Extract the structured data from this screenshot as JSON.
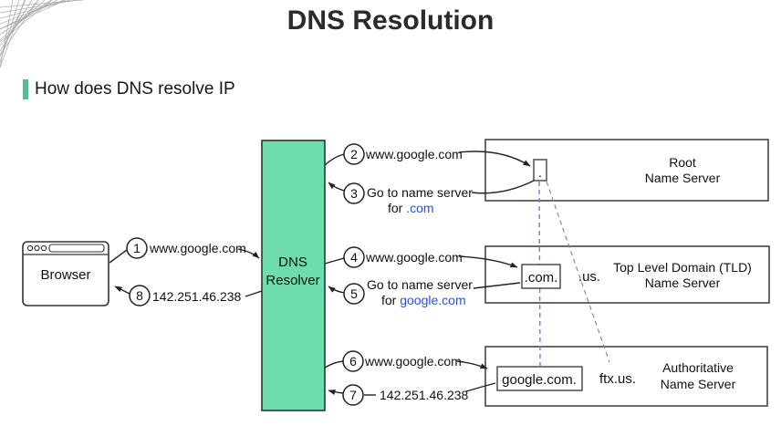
{
  "page": {
    "title": "DNS Resolution",
    "subtitle": "How does DNS resolve IP"
  },
  "colors": {
    "resolver_green": "#6eddae",
    "accent_green": "#57be93",
    "link_blue": "#2b50e0",
    "dashed_blue": "#5b82f7",
    "dashed_gray": "#8a8a8a",
    "line_dark": "#222222"
  },
  "diagram": {
    "browser": {
      "label": "Browser"
    },
    "resolver": {
      "label_line1": "DNS",
      "label_line2": "Resolver"
    },
    "servers": {
      "root": {
        "node": ".",
        "name_line1": "Root",
        "name_line2": "Name Server"
      },
      "tld": {
        "node": ".com.",
        "sibling": ".us.",
        "name_line1": "Top Level Domain (TLD)",
        "name_line2": "Name Server"
      },
      "authoritative": {
        "node": "google.com.",
        "sibling": "ftx.us.",
        "name_line1": "Authoritative",
        "name_line2": "Name Server"
      }
    },
    "steps": [
      {
        "num": "1",
        "label": "www.google.com"
      },
      {
        "num": "2",
        "label": "www.google.com"
      },
      {
        "num": "3",
        "label_line1": "Go to name server",
        "label_prefix": "for ",
        "label_link": ".com"
      },
      {
        "num": "4",
        "label": "www.google.com"
      },
      {
        "num": "5",
        "label_line1": "Go to name server",
        "label_prefix": "for ",
        "label_link": "google.com"
      },
      {
        "num": "6",
        "label": "www.google.com"
      },
      {
        "num": "7",
        "label": "142.251.46.238"
      },
      {
        "num": "8",
        "label": "142.251.46.238"
      }
    ]
  }
}
